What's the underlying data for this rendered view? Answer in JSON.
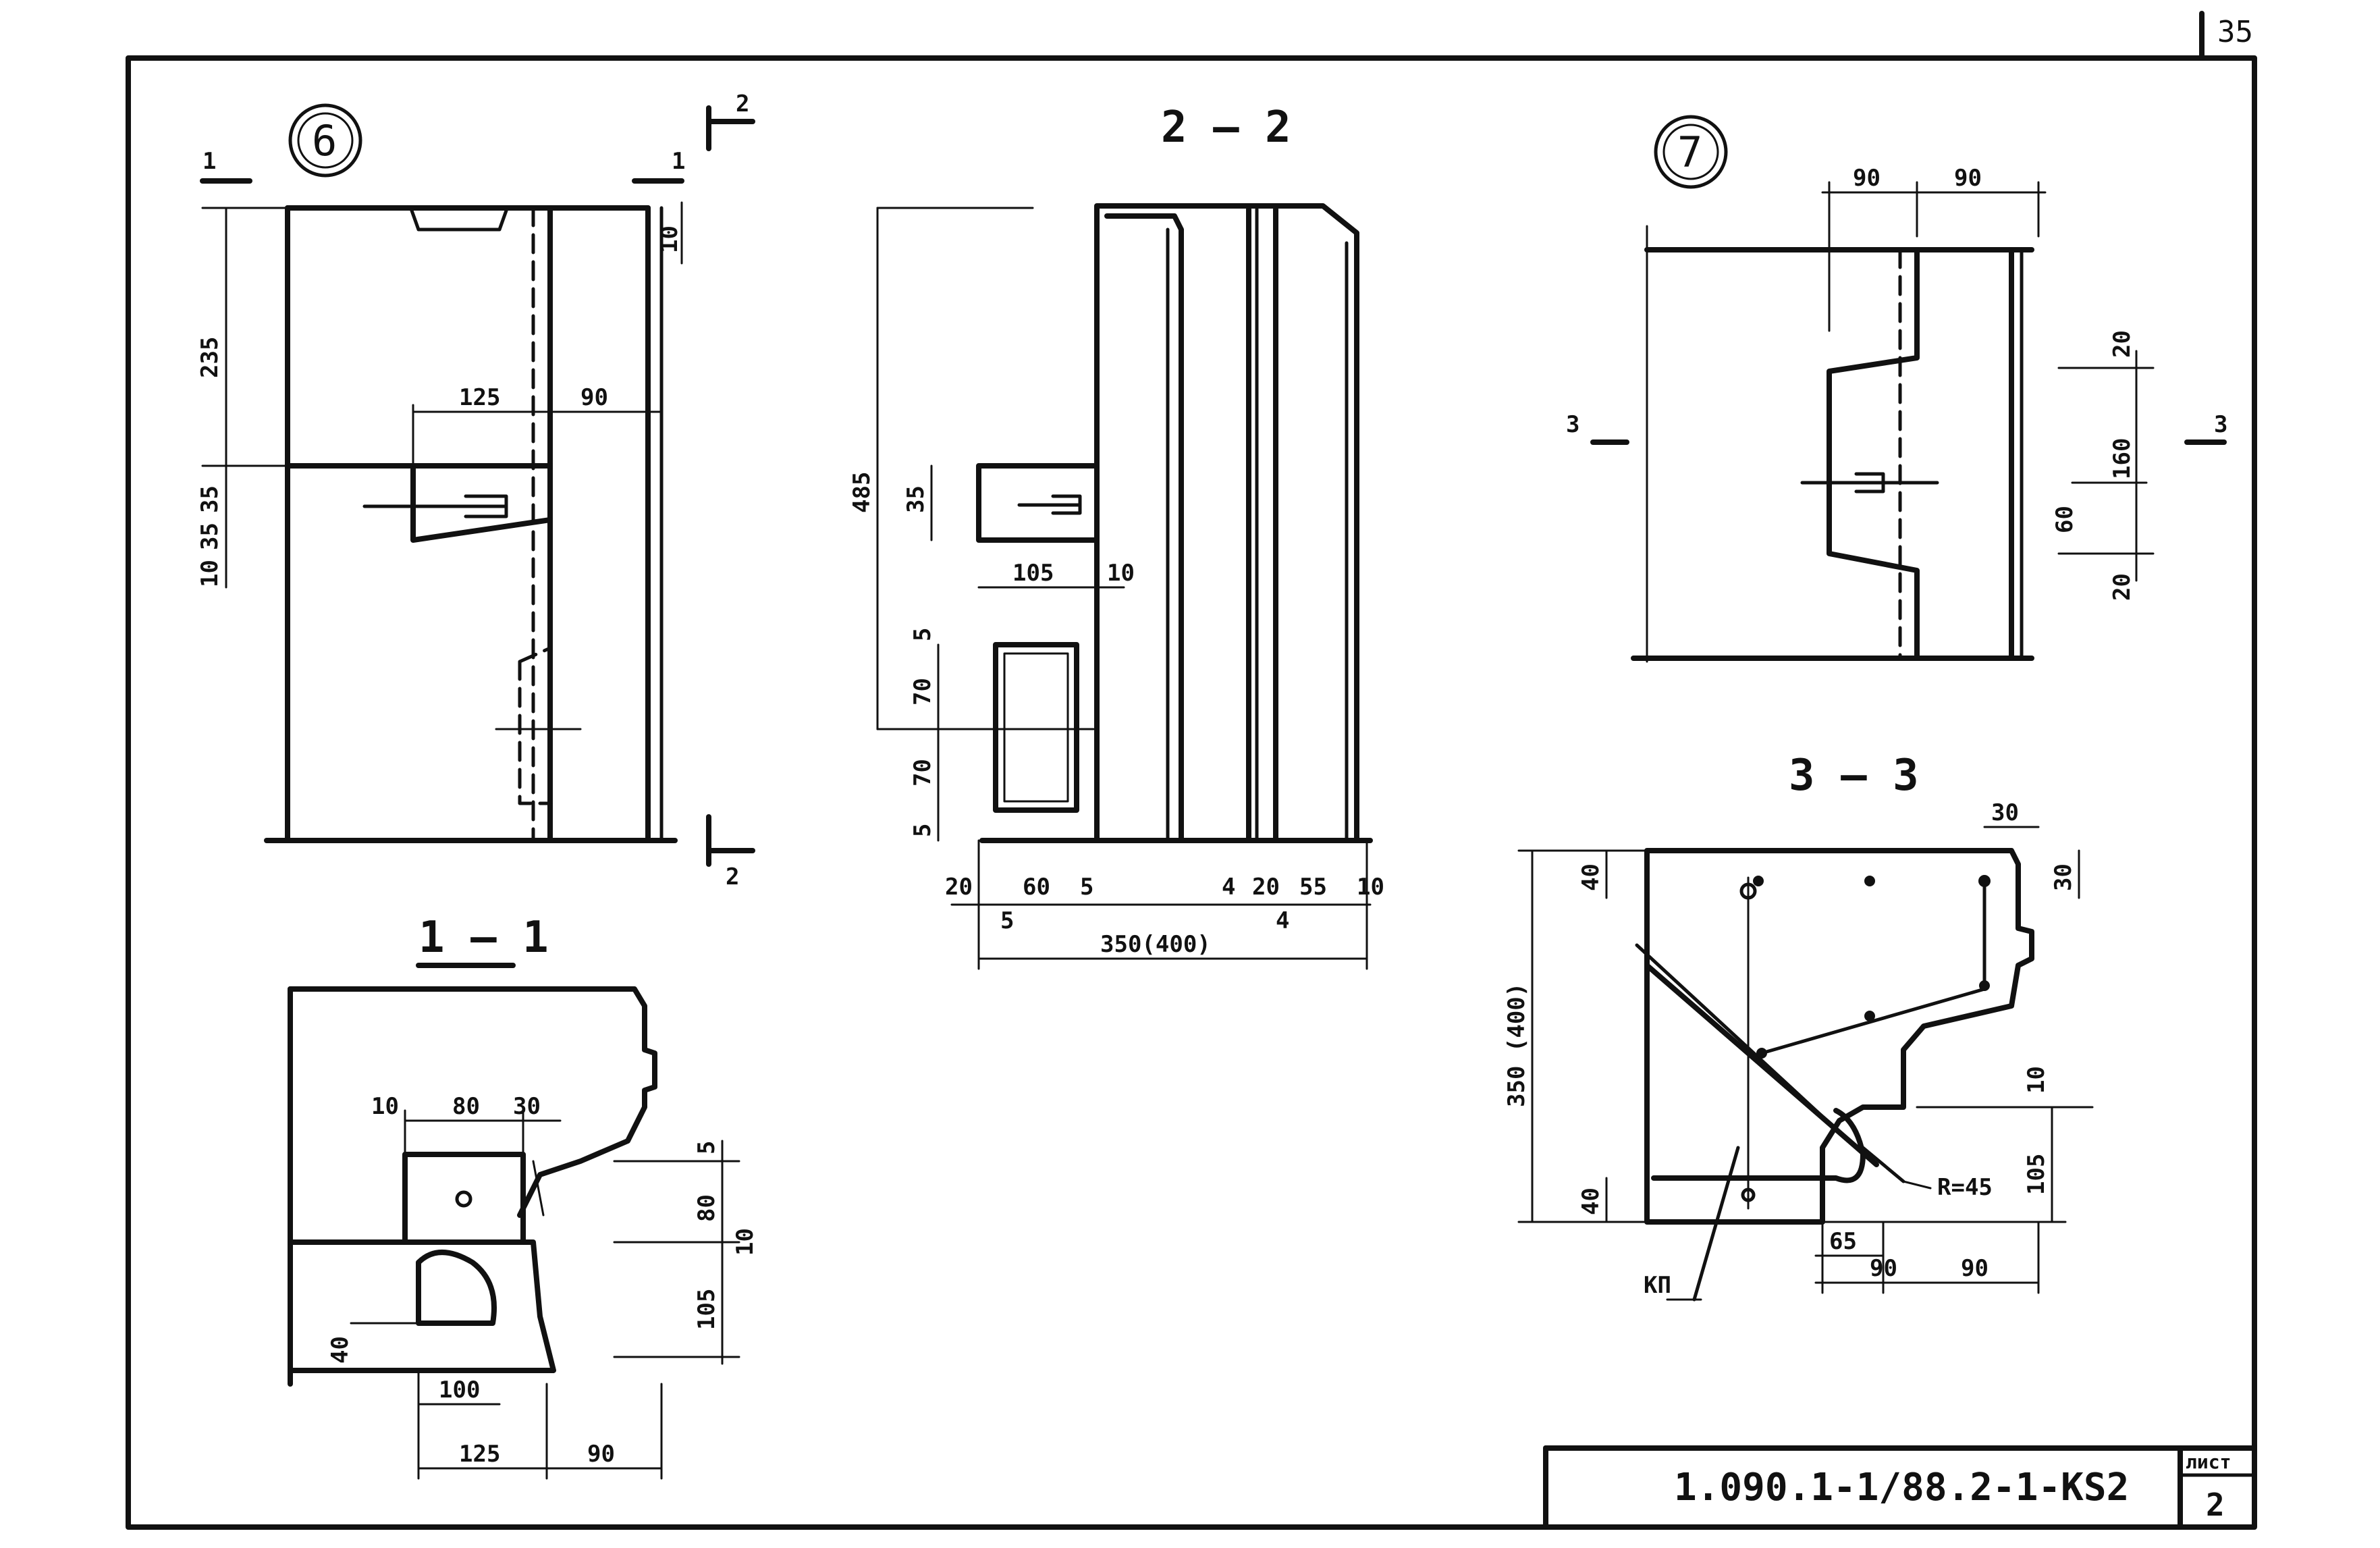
{
  "sheet": {
    "page_number": "35",
    "document_code": "1.090.1-1/88.2-1-КЅ2",
    "sheet_label": "лист",
    "sheet_number": "2"
  },
  "node6": {
    "callout": "6",
    "section_marks": [
      "1",
      "1",
      "2",
      "2"
    ],
    "dims": [
      "10",
      "235",
      "125",
      "90",
      "35",
      "35",
      "10"
    ]
  },
  "section11": {
    "title": "1 – 1",
    "dims": [
      "10",
      "80",
      "30",
      "5",
      "80",
      "10",
      "105",
      "40",
      "100",
      "125",
      "90"
    ]
  },
  "section22": {
    "title": "2 – 2",
    "dims": [
      "485",
      "35",
      "105",
      "10",
      "5",
      "70",
      "70",
      "5",
      "20",
      "60",
      "5",
      "5",
      "4",
      "20",
      "55",
      "4",
      "10",
      "350(400)"
    ]
  },
  "node7": {
    "callout": "7",
    "section_marks": [
      "3",
      "3"
    ],
    "dims": [
      "90",
      "90",
      "20",
      "160",
      "60",
      "20"
    ]
  },
  "section33": {
    "title": "3 – 3",
    "dims": [
      "30",
      "40",
      "30",
      "350 (400)",
      "10",
      "105",
      "40",
      "R=45",
      "65",
      "90",
      "90"
    ],
    "label_kp": "КП"
  }
}
